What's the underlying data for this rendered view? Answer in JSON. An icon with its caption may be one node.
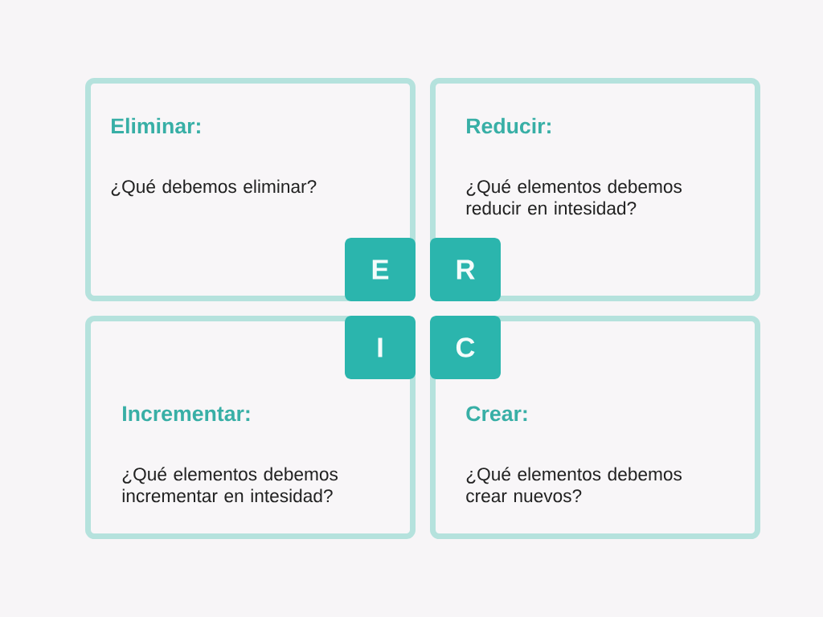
{
  "diagram": {
    "nodes": [
      {
        "text": [
          "Eliminar:",
          "¿Qué debemos eliminar?"
        ]
      },
      {
        "text": [
          "E"
        ],
        "in": 0
      },
      {
        "text": [
          "Reducir:",
          "¿Qué elementos debemos reducir en intesidad?"
        ]
      },
      {
        "text": [
          "R"
        ],
        "in": 2
      },
      {
        "text": [
          "Incrementar:",
          "¿Qué elementos debemos incrementar en intesidad?"
        ]
      },
      {
        "text": [
          "I"
        ],
        "in": 4
      },
      {
        "text": [
          "Crear:",
          "¿Qué elementos debemos crear nuevos?"
        ]
      },
      {
        "text": [
          "C"
        ],
        "in": 6
      }
    ]
  }
}
